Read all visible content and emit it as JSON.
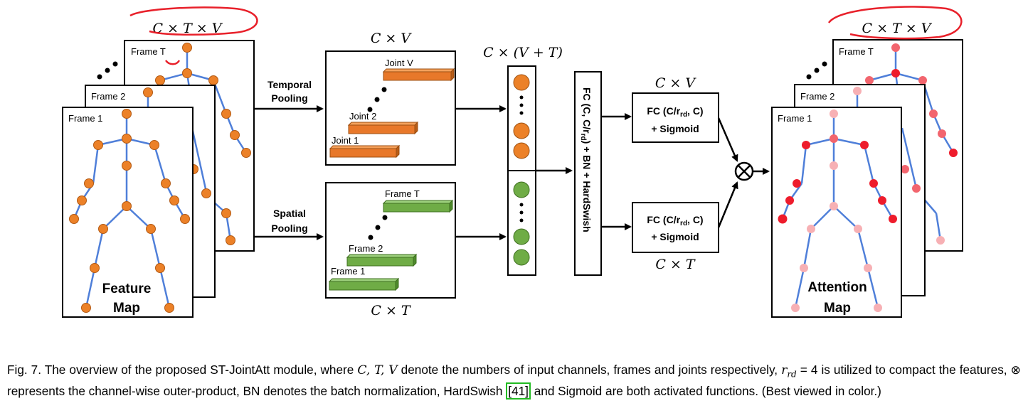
{
  "figure": {
    "input_dims": "C × T × V",
    "frames": [
      "Frame 1",
      "Frame 2",
      "Frame T"
    ],
    "feature_map_label_1": "Feature",
    "feature_map_label_2": "Map",
    "temporal_pooling_1": "Temporal",
    "temporal_pooling_2": "Pooling",
    "spatial_pooling_1": "Spatial",
    "spatial_pooling_2": "Pooling",
    "joint_box_title": "C × V",
    "frame_box_title": "C × T",
    "joints": [
      "Joint 1",
      "Joint 2",
      "Joint V"
    ],
    "frame_bars": [
      "Frame 1",
      "Frame 2",
      "Frame T"
    ],
    "concat_dims": "C × (V + T)",
    "fc_block": "FC (C, C/r",
    "fc_block_sub": "rd",
    "fc_block_tail": ") + BN + HardSwish",
    "fc_top_1": "FC (C/r",
    "fc_top_sub": "rd",
    "fc_top_1_tail": ", C)",
    "fc_top_2": "+ Sigmoid",
    "fc_top_dims": "C × V",
    "fc_bottom_1": "FC (C/r",
    "fc_bottom_sub": "rd",
    "fc_bottom_1_tail": ", C)",
    "fc_bottom_2": "+ Sigmoid",
    "fc_bottom_dims": "C × T",
    "output_dims": "C × T × V",
    "attention_label_1": "Attention",
    "attention_label_2": "Map",
    "colors": {
      "skeleton_line": "#4f7fd9",
      "feature_joint": "#ec8128",
      "joint_bar": "#e8782a",
      "frame_bar": "#6fac46",
      "annotation_red": "#e8202a",
      "attention_strong": "#ee1c2c",
      "attention_mid": "#f2656e",
      "attention_light": "#f7b0b4"
    }
  },
  "caption": {
    "prefix": "Fig. 7. The overview of the proposed ST-JointAtt module, where ",
    "vars": "C, T, V",
    "part1": " denote the numbers of input channels, frames and joints respectively,",
    "rrd_sym": "r",
    "rrd_sub": "rd",
    "rrd_val": " = 4",
    "part2": " is utilized to compact the features, ⊗ represents the channel-wise outer-product, BN denotes the batch normalization, HardSwish ",
    "ref": "[41]",
    "part3": " and Sigmoid are both activated functions. (Best viewed in color.)"
  }
}
